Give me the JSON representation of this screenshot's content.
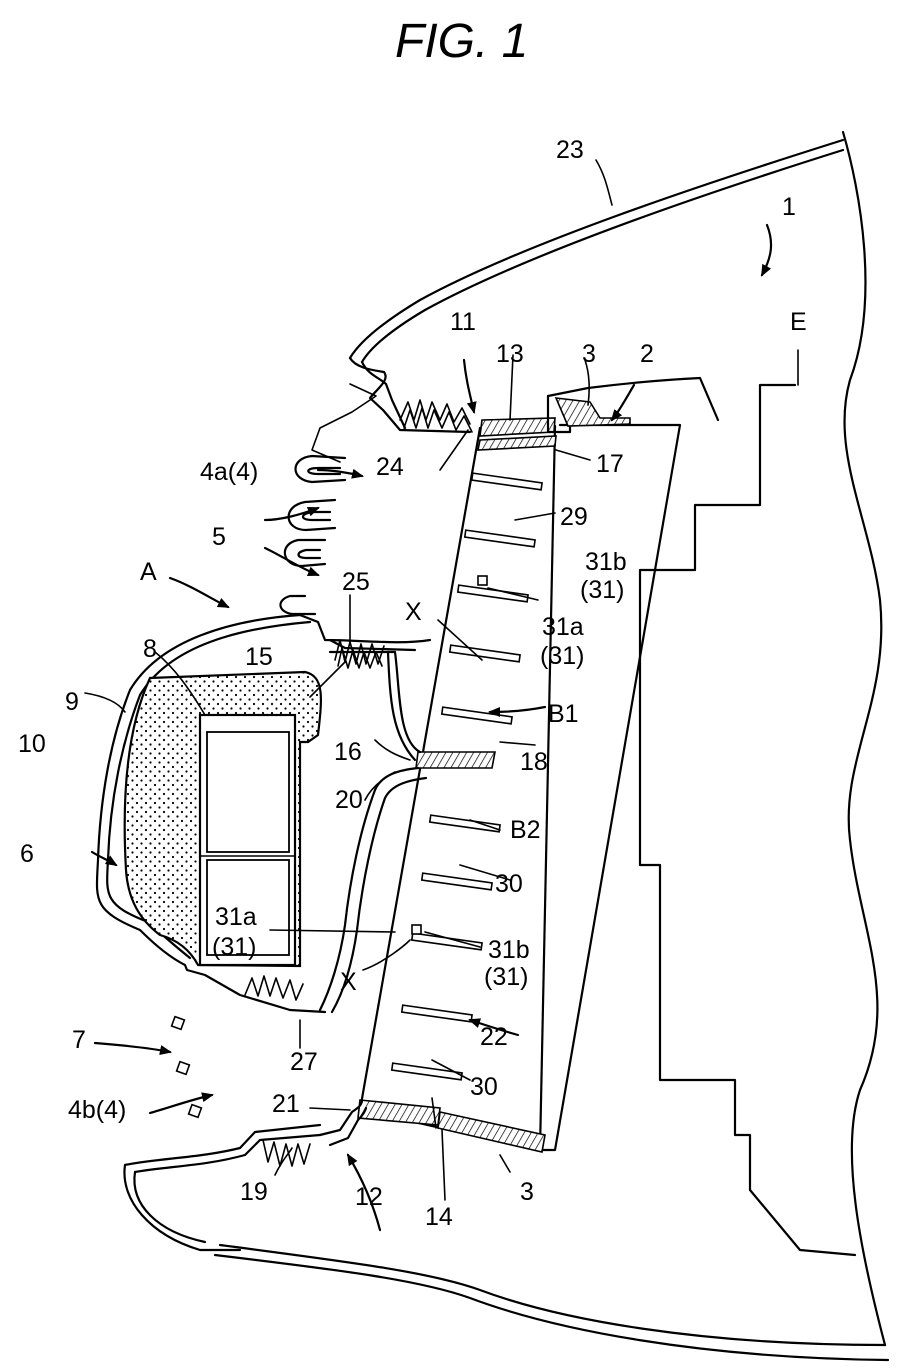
{
  "figure": {
    "title": "FIG. 1",
    "labels": {
      "l1": "1",
      "l2": "2",
      "l3a": "3",
      "l3b": "3",
      "l4a": "4a(4)",
      "l4b": "4b(4)",
      "l5": "5",
      "l6": "6",
      "l7": "7",
      "l8": "8",
      "l9": "9",
      "l10": "10",
      "l11": "11",
      "l12": "12",
      "l13": "13",
      "l14": "14",
      "l15": "15",
      "l16": "16",
      "l17": "17",
      "l18": "18",
      "l19": "19",
      "l20": "20",
      "l21": "21",
      "l22": "22",
      "l23": "23",
      "l24": "24",
      "l25": "25",
      "l27": "27",
      "l29": "29",
      "l30a": "30",
      "l30b": "30",
      "lA": "A",
      "lB1": "B1",
      "lB2": "B2",
      "lE": "E",
      "lX1": "X",
      "lX2": "X",
      "l31a_top": "31a",
      "l31a_top_p": "(31)",
      "l31b_top": "31b",
      "l31b_top_p": "(31)",
      "l31a_bot": "31a",
      "l31a_bot_p": "(31)",
      "l31b_bot": "31b",
      "l31b_bot_p": "(31)"
    }
  }
}
